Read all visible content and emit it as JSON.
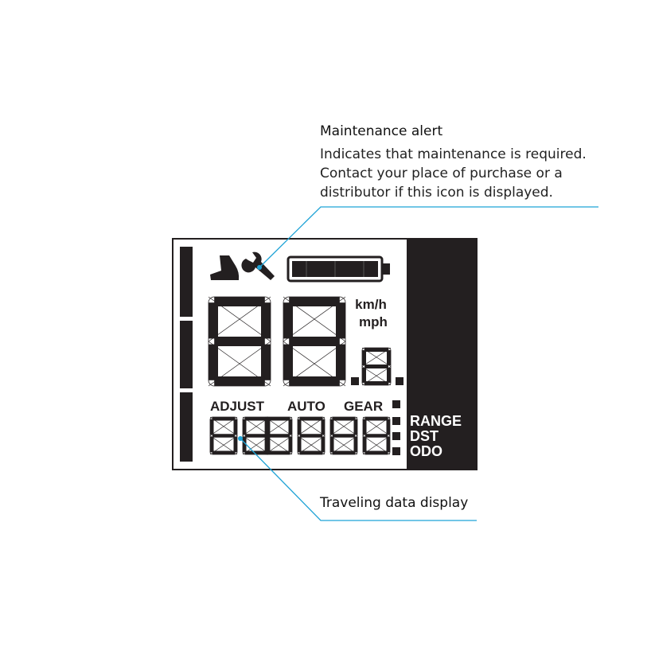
{
  "callouts": {
    "maintenance": {
      "title": "Maintenance alert",
      "lines": [
        "Indicates that maintenance is required.",
        "Contact your place of purchase or a",
        "distributor if this icon is displayed."
      ]
    },
    "traveling": {
      "title": "Traveling data display"
    }
  },
  "lcd": {
    "speed_units": [
      "km/h",
      "mph"
    ],
    "mode_labels": [
      "ADJUST",
      "AUTO",
      "GEAR"
    ],
    "data_labels": [
      "RANGE",
      "DST",
      "ODO"
    ],
    "icons": [
      "walk-assist-icon",
      "wrench-icon",
      "battery-icon"
    ]
  },
  "colors": {
    "leader_line": "#1fa3d6",
    "lcd_dark": "#231f20"
  }
}
